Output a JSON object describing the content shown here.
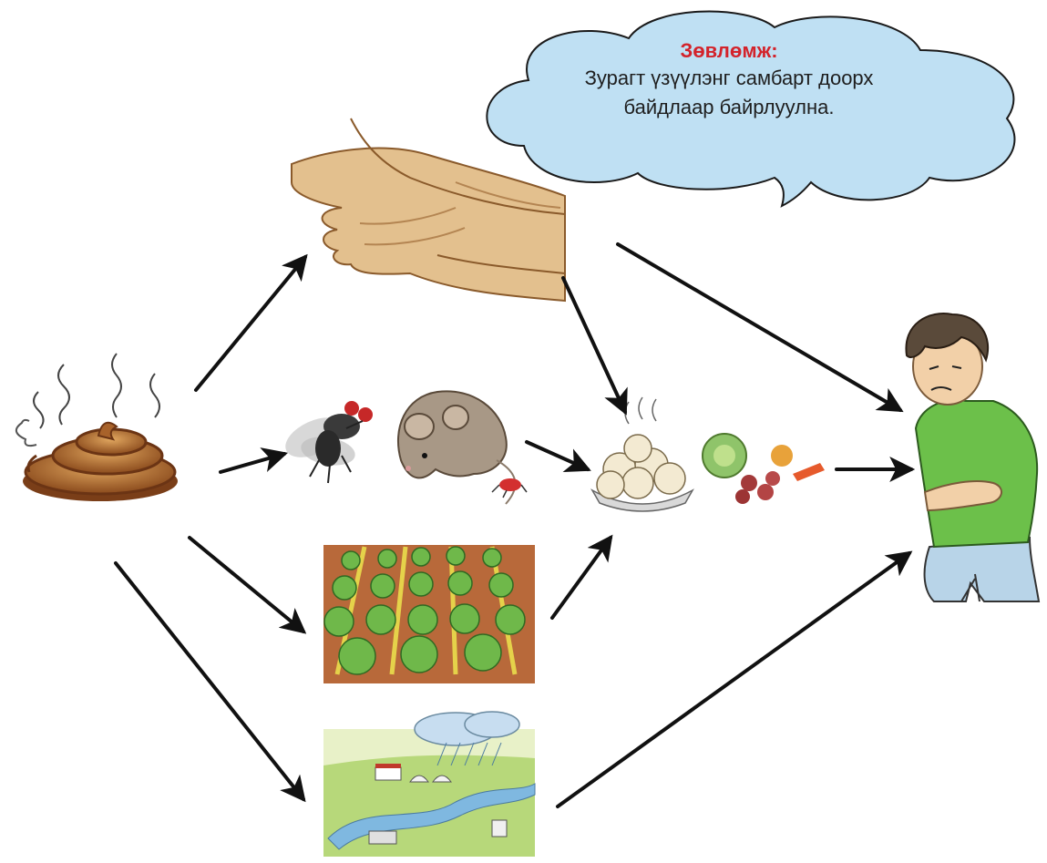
{
  "tip": {
    "title": "Зөвлөмж:",
    "body": "Зурагт үзүүлэнг самбарт доорх\nбайдлаар байрлуулна."
  },
  "colors": {
    "cloud_fill": "#bfe0f3",
    "cloud_stroke": "#1a1a1a",
    "tip_title": "#d3232b",
    "arrow": "#111111"
  },
  "nodes": [
    {
      "id": "feces",
      "icon": "feces-icon"
    },
    {
      "id": "hands",
      "icon": "dirty-hands-icon"
    },
    {
      "id": "fly",
      "icon": "fly-icon"
    },
    {
      "id": "mouse",
      "icon": "mouse-icon"
    },
    {
      "id": "beetle",
      "icon": "beetle-icon"
    },
    {
      "id": "food",
      "icon": "dumplings-icon"
    },
    {
      "id": "vegetables",
      "icon": "vegetables-icon"
    },
    {
      "id": "cabbage-field",
      "icon": "cabbage-field-icon"
    },
    {
      "id": "water-landscape",
      "icon": "water-landscape-icon"
    },
    {
      "id": "sick-person",
      "icon": "sick-boy-icon"
    }
  ],
  "edges": [
    {
      "from": "feces",
      "to": "hands"
    },
    {
      "from": "feces",
      "to": "fly"
    },
    {
      "from": "feces",
      "to": "cabbage-field"
    },
    {
      "from": "feces",
      "to": "water-landscape"
    },
    {
      "from": "hands",
      "to": "food"
    },
    {
      "from": "hands",
      "to": "sick-person"
    },
    {
      "from": "mouse",
      "to": "food"
    },
    {
      "from": "cabbage-field",
      "to": "food"
    },
    {
      "from": "vegetables",
      "to": "sick-person"
    },
    {
      "from": "water-landscape",
      "to": "sick-person"
    }
  ]
}
